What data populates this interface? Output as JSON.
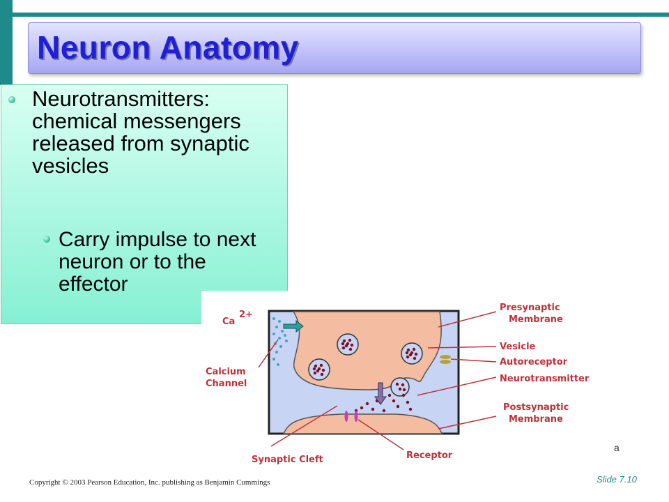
{
  "slide": {
    "title": "Neuron Anatomy",
    "bullets": [
      {
        "text": "Neurotransmitters: chemical messengers released from synaptic vesicles"
      },
      {
        "text": "Carry impulse to next neuron or to the effector"
      }
    ],
    "copyright": "Copyright © 2003 Pearson Education, Inc. publishing as Benjamin Cummings",
    "slide_number": "Slide 7.10",
    "stray_char": "a"
  },
  "diagram": {
    "labels": {
      "ca": "Ca",
      "ca_sup": "2+",
      "calcium_channel_1": "Calcium",
      "calcium_channel_2": "Channel",
      "presynaptic_1": "Presynaptic",
      "presynaptic_2": "Membrane",
      "vesicle": "Vesicle",
      "autoreceptor": "Autoreceptor",
      "neurotransmitter": "Neurotransmitter",
      "postsynaptic_1": "Postsynaptic",
      "postsynaptic_2": "Membrane",
      "synaptic_cleft": "Synaptic Cleft",
      "receptor": "Receptor"
    },
    "colors": {
      "label": "#c0303a",
      "background": "#c8d4f4",
      "terminal": "#f4bca0",
      "particle": "#7a1020",
      "calcium": "#3aa8c8",
      "receptor": "#c040c0"
    }
  }
}
